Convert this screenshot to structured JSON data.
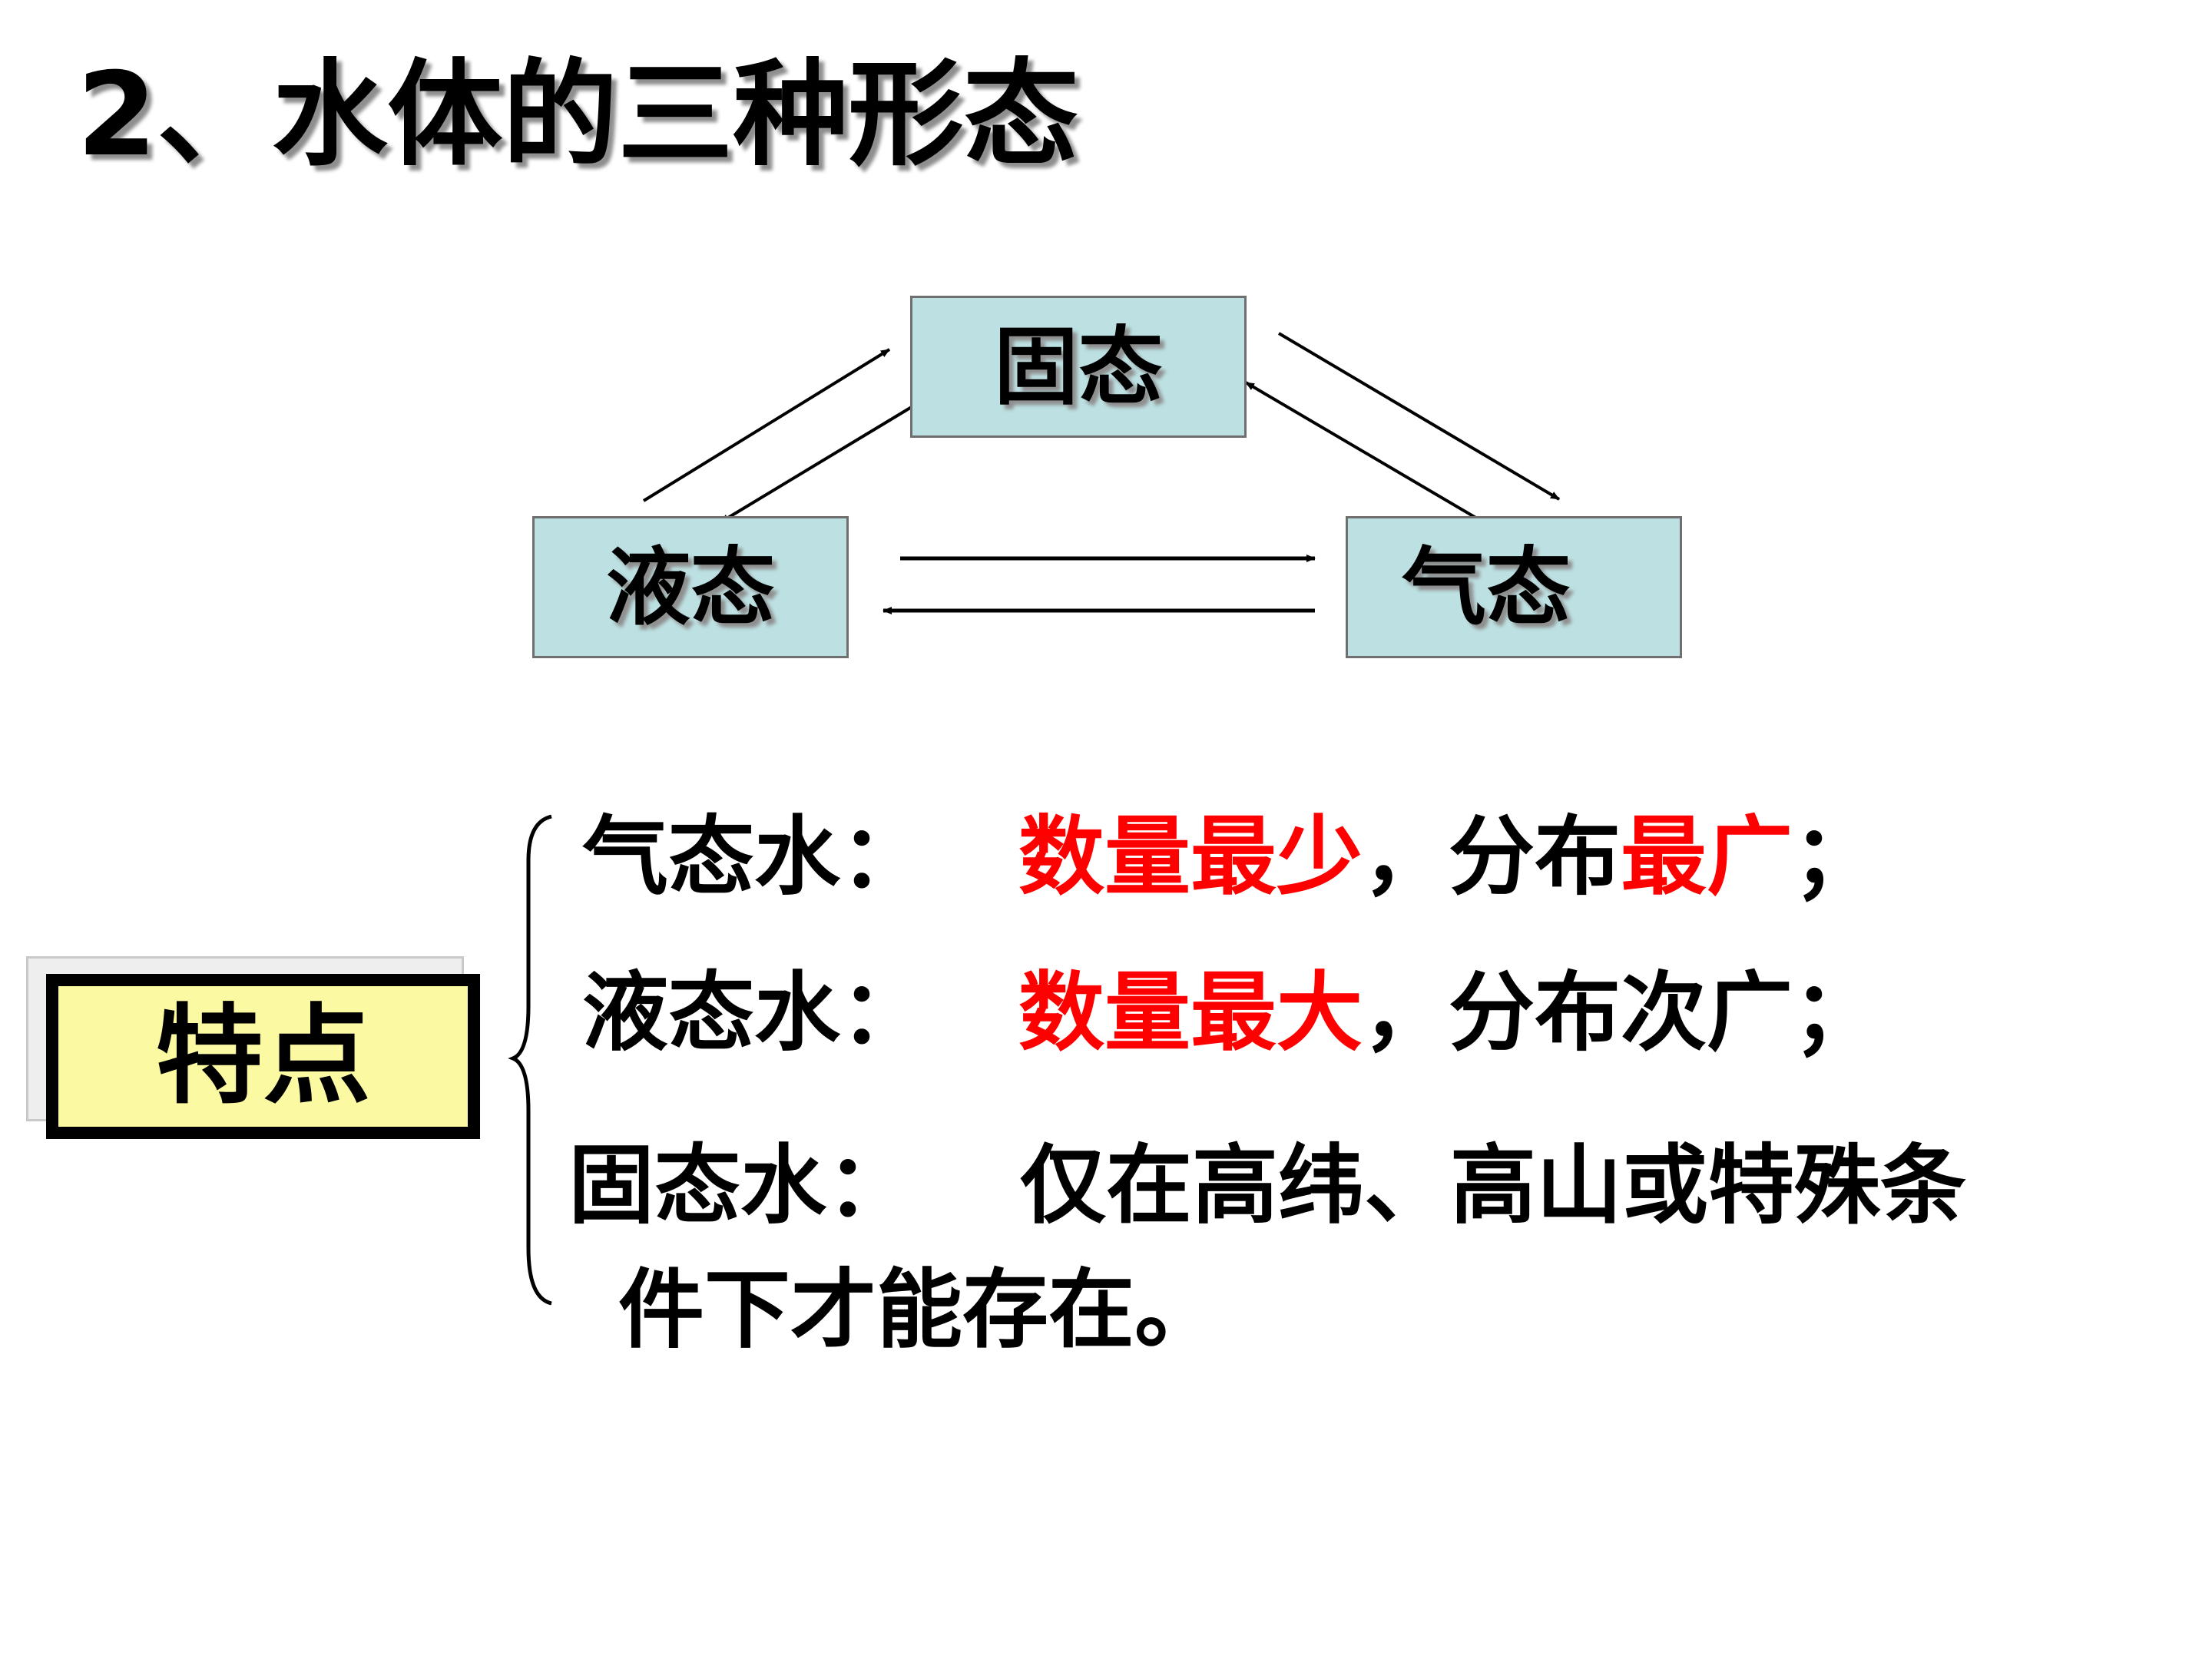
{
  "title": "2、水体的三种形态",
  "diagram": {
    "states": {
      "solid": "固态",
      "liquid": "液态",
      "gas": "气态"
    }
  },
  "feature_label": "特点",
  "characteristics": [
    {
      "label": "气态水：",
      "red_1": "数量最少",
      "black_1": "，分布",
      "red_2": "最广",
      "black_2": "；"
    },
    {
      "label": "液态水：",
      "red_1": "数量最大",
      "black_1": "，分布次广；"
    },
    {
      "label": "固态水：",
      "text_1": "仅在高纬、高山或特殊条",
      "text_2": "件下才能存在。"
    }
  ],
  "colors": {
    "state_box_fill": "#bde1e3",
    "feature_box_fill": "#fbf9a2",
    "highlight": "#ff0000"
  }
}
